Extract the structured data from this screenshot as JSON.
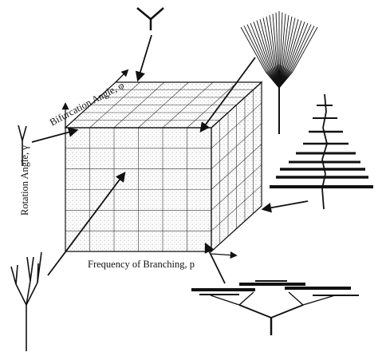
{
  "axes": {
    "x_label": "Frequency of Branching, p",
    "y_label": "Rotation Angle, γ",
    "z_label": "Bifurcation Angle, φ"
  },
  "colors": {
    "ink": "#111111",
    "stipple": "#cfcfcf"
  },
  "cube": {
    "front_cols": 6,
    "front_rows": 6,
    "depth_cells": 6
  },
  "icons": [
    "y-branch-icon",
    "weeping-tree-icon",
    "fir-tree-icon",
    "wide-tree-icon",
    "twig-icon",
    "candelabra-tree-icon"
  ]
}
